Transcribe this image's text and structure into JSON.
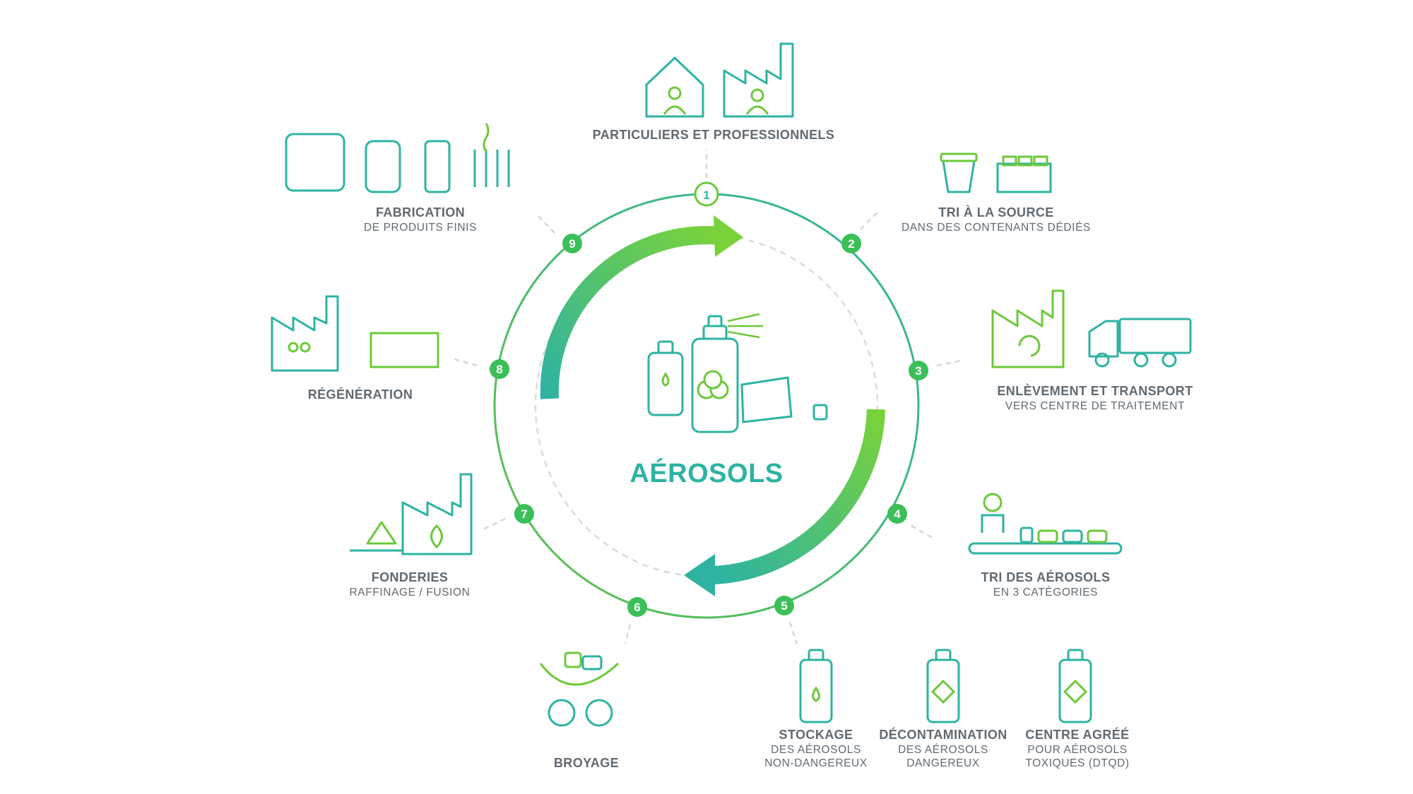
{
  "center_title": "AÉROSOLS",
  "colors": {
    "teal": "#2eb3a2",
    "green": "#6cc93a",
    "gray": "#606a72",
    "dash": "#d9dcde"
  },
  "steps": [
    {
      "num": "1",
      "title": "PARTICULIERS ET PROFESSIONNELS",
      "subtitle": ""
    },
    {
      "num": "2",
      "title": "TRI À LA SOURCE",
      "subtitle": "DANS DES CONTENANTS DÉDIÉS"
    },
    {
      "num": "3",
      "title": "ENLÈVEMENT ET TRANSPORT",
      "subtitle": "VERS CENTRE DE TRAITEMENT"
    },
    {
      "num": "4",
      "title": "TRI DES AÉROSOLS",
      "subtitle": "EN 3 CATÉGORIES"
    },
    {
      "num": "5",
      "title": "",
      "subtitle": ""
    },
    {
      "num": "6",
      "title": "BROYAGE",
      "subtitle": ""
    },
    {
      "num": "7",
      "title": "FONDERIES",
      "subtitle": "RAFFINAGE / FUSION"
    },
    {
      "num": "8",
      "title": "RÉGÉNÉRATION",
      "subtitle": ""
    },
    {
      "num": "9",
      "title": "FABRICATION",
      "subtitle": "DE PRODUITS FINIS"
    }
  ],
  "storage": [
    {
      "title": "STOCKAGE",
      "line1": "DES AÉROSOLS",
      "line2": "NON-DANGEREUX"
    },
    {
      "title": "DÉCONTAMINATION",
      "line1": "DES AÉROSOLS",
      "line2": "DANGEREUX"
    },
    {
      "title": "CENTRE AGRÉÉ",
      "line1": "POUR AÉROSOLS",
      "line2": "TOXIQUES (DTQD)"
    }
  ]
}
